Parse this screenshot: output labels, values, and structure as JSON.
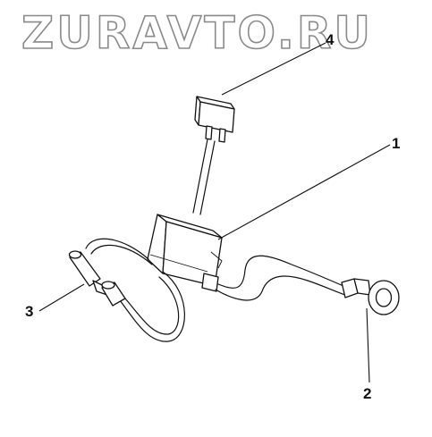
{
  "watermark": {
    "text": "ZURAVTO.RU"
  },
  "callouts": [
    {
      "id": "1",
      "label": "1"
    },
    {
      "id": "2",
      "label": "2"
    },
    {
      "id": "3",
      "label": "3"
    },
    {
      "id": "4",
      "label": "4"
    }
  ]
}
